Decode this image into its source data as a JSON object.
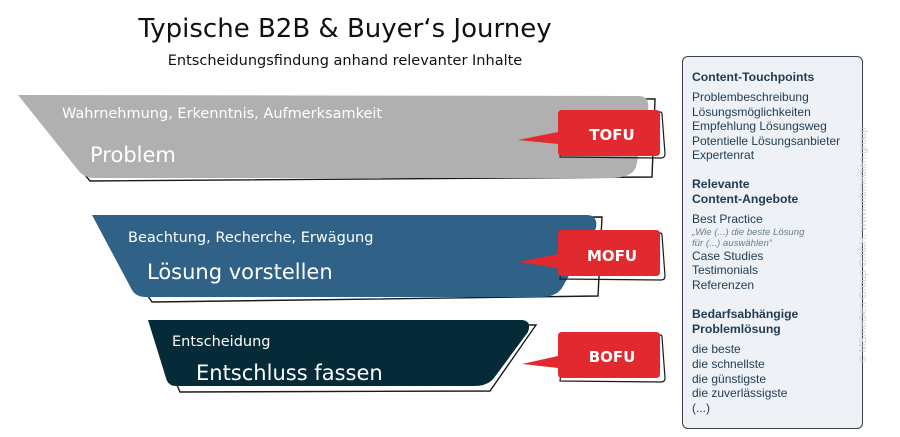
{
  "header": {
    "title": "Typische B2B & Buyer‘s Journey",
    "subtitle": "Entscheidungsfindung anhand relevanter Inhalte"
  },
  "stages": [
    {
      "subtitle": "Wahrnehmung, Erkenntnis, Aufmerksamkeit",
      "title": "Problem",
      "badge": "TOFU",
      "color": "#b0b0b1",
      "text_color": "#ffffff"
    },
    {
      "subtitle": "Beachtung, Recherche, Erwägung",
      "title": "Lösung vorstellen",
      "badge": "MOFU",
      "color": "#2f6286",
      "text_color": "#ffffff"
    },
    {
      "subtitle": "Entscheidung",
      "title": "Entschluss fassen",
      "badge": "BOFU",
      "color": "#062b38",
      "text_color": "#ffffff"
    }
  ],
  "badge_color": "#e1292f",
  "panel": {
    "sections": [
      {
        "heading": [
          "Content-Touchpoints"
        ],
        "items": [
          "Problembeschreibung",
          "Lösungsmöglichkeiten",
          "Empfehlung Lösungsweg",
          "Potentielle Lösungsanbieter",
          "Expertenrat"
        ]
      },
      {
        "heading": [
          "Relevante",
          "Content-Angebote"
        ],
        "items": [
          "Best Practice"
        ],
        "quote": [
          "„Wie (...) die beste Lösung",
          "für (...) auswählen“"
        ],
        "items_after": [
          "Case Studies",
          "Testimonials",
          "Referenzen"
        ]
      },
      {
        "heading": [
          "Bedarfsabhängige",
          "Problemlösung"
        ],
        "items": [
          "die beste",
          "die schnellste",
          "die günstigste",
          "die zuverlässigste",
          "(...)"
        ]
      }
    ]
  },
  "copyright": "© MBmedien Group GmbH, www.mbmedien.group"
}
